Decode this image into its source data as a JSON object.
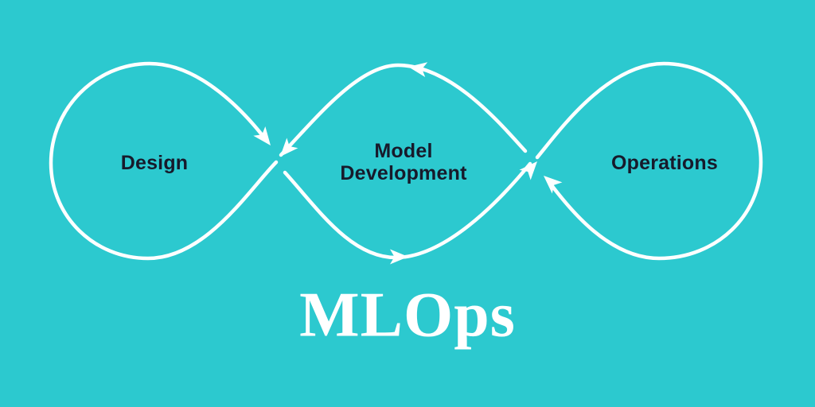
{
  "diagram": {
    "title": "MLOps",
    "loops": [
      {
        "id": "design",
        "label": "Design"
      },
      {
        "id": "model-development",
        "label_line1": "Model",
        "label_line2": "Development"
      },
      {
        "id": "operations",
        "label": "Operations"
      }
    ],
    "flow_arrows": [
      "design-into-left-crossover",
      "model-top-arc-into-left-crossover",
      "model-bottom-arc-midpoint-right",
      "model-bottom-arc-into-right-crossover",
      "operations-into-right-crossover",
      "model-top-arc-midpoint-left"
    ]
  },
  "colors": {
    "background": "#2cc9cf",
    "line": "#ffffff",
    "label_text": "#171a2b",
    "title_text": "#ffffff"
  }
}
